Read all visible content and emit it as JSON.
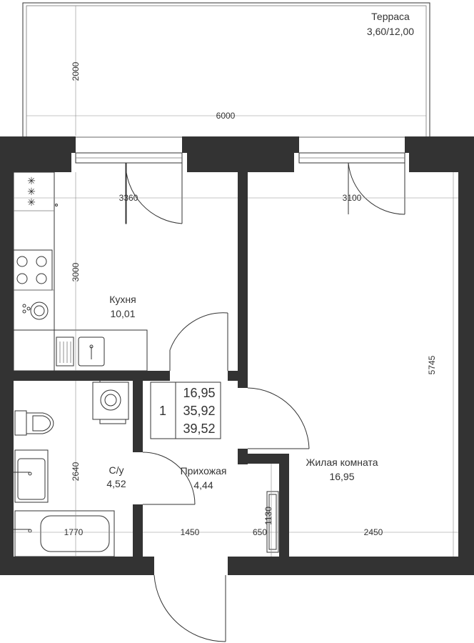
{
  "rooms": {
    "terrace": {
      "name": "Терраса",
      "area": "3,60/12,00"
    },
    "kitchen": {
      "name": "Кухня",
      "area": "10,01"
    },
    "living": {
      "name": "Жилая комната",
      "area": "16,95"
    },
    "bathroom": {
      "name": "С/у",
      "area": "4,52"
    },
    "hallway": {
      "name": "Прихожая",
      "area": "4,44"
    }
  },
  "summary": {
    "rooms_count": "1",
    "living_area": "16,95",
    "total_area": "35,92",
    "total_with_terrace": "39,52"
  },
  "dimensions": {
    "terrace_depth": "2000",
    "terrace_width": "6000",
    "kitchen_width": "3360",
    "living_width": "3100",
    "kitchen_depth": "3000",
    "living_depth": "5745",
    "bath_depth": "2640",
    "bath_width": "1770",
    "hall_width": "1450",
    "niche_width": "650",
    "living_lower_width": "2450",
    "niche_depth": "1130"
  },
  "colors": {
    "wall": "#333333",
    "line": "#333333",
    "dimension": "#8a8a8a"
  }
}
